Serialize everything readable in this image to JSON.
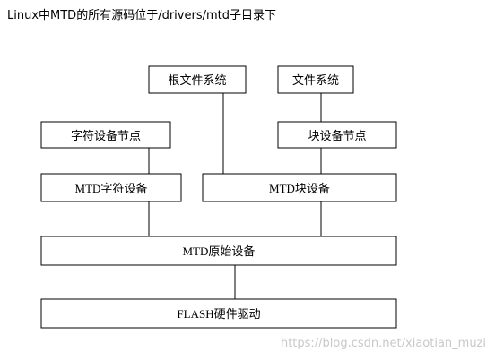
{
  "caption": "Linux中MTD的所有源码位于/drivers/mtd子目录下",
  "boxes": {
    "root_fs": "根文件系统",
    "fs": "文件系统",
    "char_node": "字符设备节点",
    "block_node": "块设备节点",
    "mtd_char": "MTD字符设备",
    "mtd_block": "MTD块设备",
    "mtd_raw": "MTD原始设备",
    "flash": "FLASH硬件驱动"
  },
  "watermark": "https://blog.csdn.net/xiaotian_muzi"
}
